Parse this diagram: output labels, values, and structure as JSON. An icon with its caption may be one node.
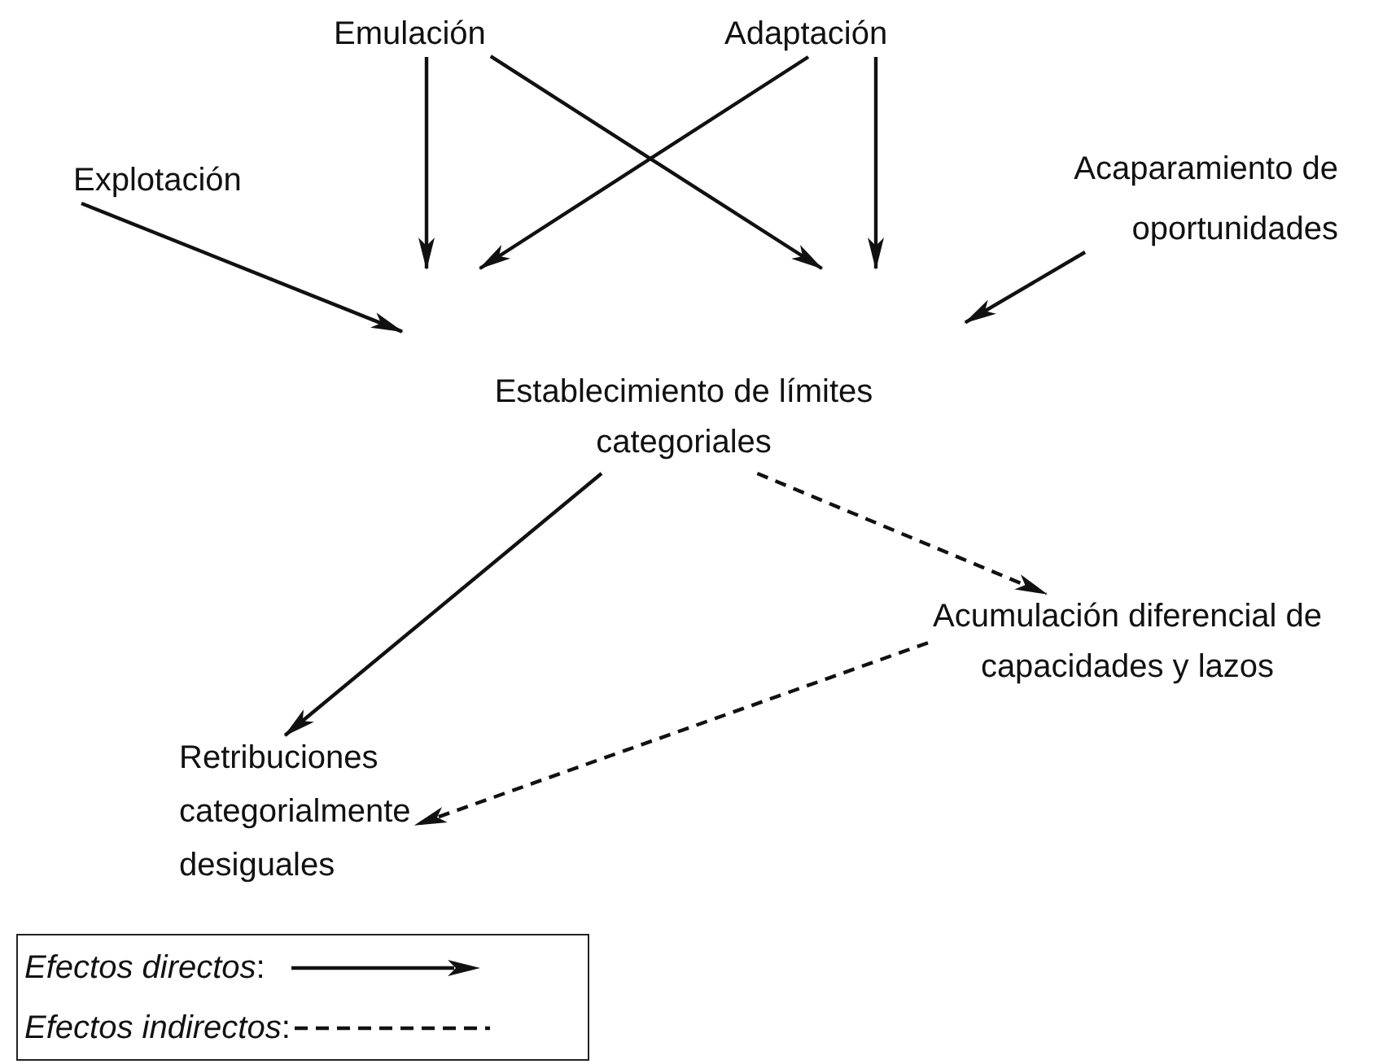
{
  "diagram": {
    "nodes": [
      {
        "text": [
          "Emulación"
        ]
      },
      {
        "text": [
          "Adaptación"
        ]
      },
      {
        "text": [
          "Explotación"
        ]
      },
      {
        "text": [
          "Acaparamiento de oportunidades"
        ]
      },
      {
        "text": [
          "Establecimiento de límites categoriales"
        ]
      },
      {
        "text": [
          "Acumulación diferencial de capacidades y lazos"
        ]
      },
      {
        "text": [
          "Retribuciones categorialmente desiguales"
        ]
      }
    ],
    "edges": [
      {
        "from": 0,
        "to": 4,
        "arrow": "to"
      },
      {
        "from": 0,
        "to": 4,
        "arrow": "to"
      },
      {
        "from": 1,
        "to": 4,
        "arrow": "to"
      },
      {
        "from": 1,
        "to": 4,
        "arrow": "to"
      },
      {
        "from": 2,
        "to": 4,
        "arrow": "to"
      },
      {
        "from": 3,
        "to": 4,
        "arrow": "to"
      },
      {
        "from": 4,
        "to": 6,
        "arrow": "to"
      },
      {
        "from": 4,
        "to": 5,
        "arrow": "to",
        "style": "dashed"
      },
      {
        "from": 5,
        "to": 6,
        "arrow": "to",
        "style": "dashed"
      }
    ],
    "legend": [
      {
        "text": "*Efectos directos*:"
      },
      {
        "text": "*Efectos indirectos*:"
      }
    ]
  }
}
